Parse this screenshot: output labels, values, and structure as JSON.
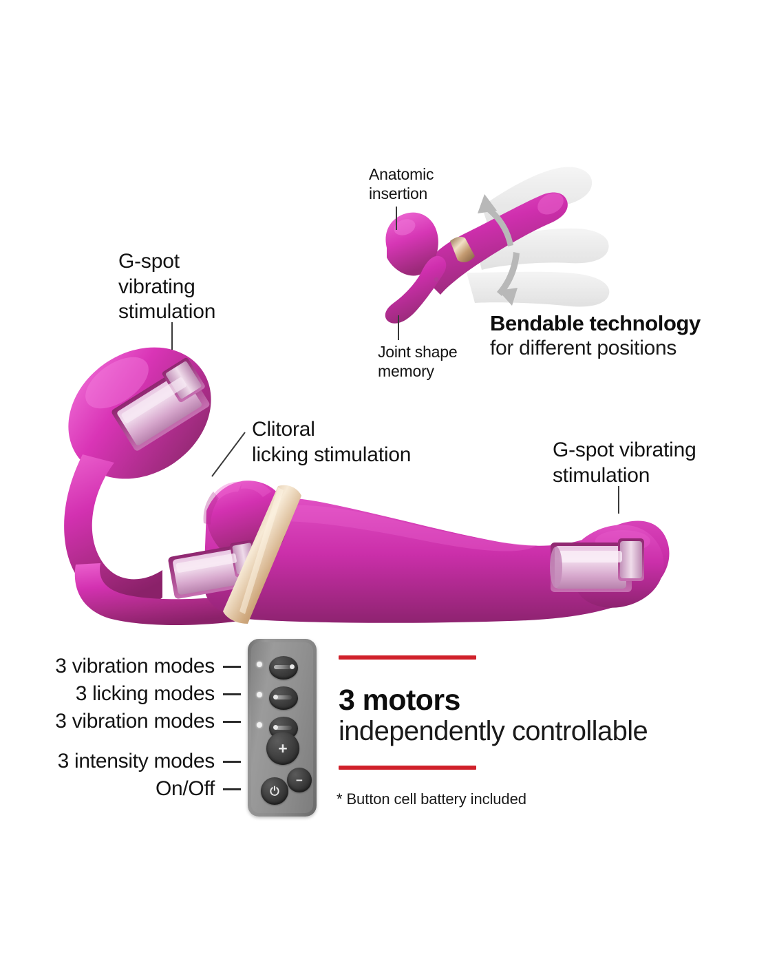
{
  "top_diagram": {
    "anatomic_label": "Anatomic\ninsertion",
    "joint_label": "Joint shape\nmemory",
    "headline": "Bendable technology",
    "subline": "for different positions",
    "arrow_icon": "double-arrow-bend-icon",
    "ghost_positions": 3
  },
  "callouts": {
    "left": "G-spot\nvibrating\nstimulation",
    "center": "Clitoral\nlicking stimulation",
    "right": "G-spot vibrating\nstimulation"
  },
  "modes": [
    {
      "label": "3 vibration modes"
    },
    {
      "label": "3 licking modes"
    },
    {
      "label": "3 vibration modes"
    },
    {
      "label": "3 intensity modes"
    },
    {
      "label": "On/Off"
    }
  ],
  "remote": {
    "dial_buttons": [
      "mode-dial-1",
      "mode-dial-2",
      "mode-dial-3"
    ],
    "plus_label": "+",
    "minus_label": "−",
    "power_icon": "power-icon",
    "power_glyph": "⏻"
  },
  "motors": {
    "title": "3 motors",
    "subtitle": "independently controllable",
    "footnote": "* Button cell battery included"
  },
  "colors": {
    "pink_light": "#e24fc4",
    "pink": "#cf2fae",
    "pink_dark": "#9c2a7a",
    "pink_deep": "#7d1f61",
    "motor_light": "#f0d3ea",
    "motor_mid": "#d9a8cf",
    "gold": "#c9a37a",
    "gold_light": "#f0ddc4",
    "red_rule": "#d0202a",
    "remote_gray": "#8d8d8d",
    "button_dark": "#333333",
    "text": "#141414",
    "ghost": "#e6e6e6",
    "arrow_gray": "#b5b5b5"
  }
}
